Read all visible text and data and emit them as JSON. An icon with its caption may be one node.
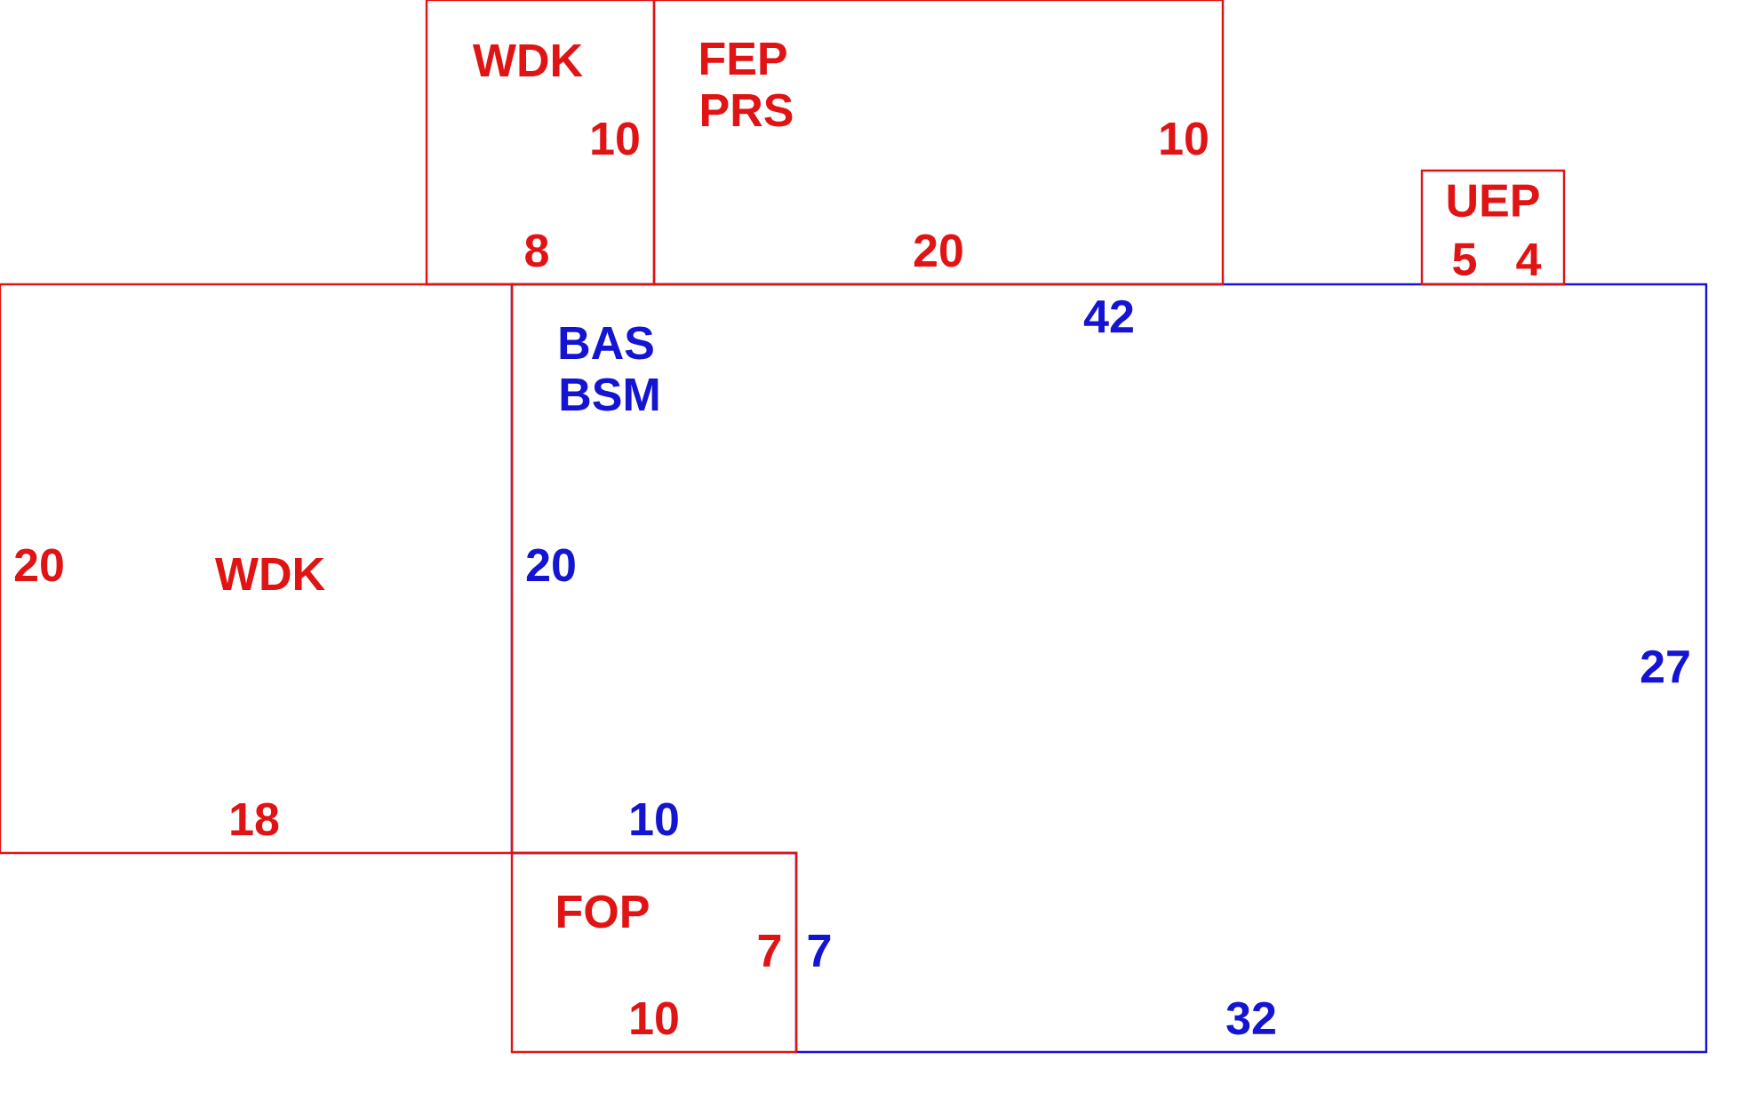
{
  "diagram": {
    "nodes": [
      {
        "text": [
          "WDK",
          "10",
          "8"
        ]
      },
      {
        "text": [
          "FEP",
          "PRS",
          "10",
          "20"
        ]
      },
      {
        "text": [
          "UEP",
          "5",
          "4"
        ]
      },
      {
        "text": [
          "20",
          "WDK",
          "18"
        ]
      },
      {
        "text": [
          "42",
          "BAS",
          "BSM",
          "20",
          "27",
          "10",
          "7",
          "32"
        ]
      },
      {
        "text": [
          "FOP",
          "7",
          "10"
        ]
      }
    ]
  }
}
